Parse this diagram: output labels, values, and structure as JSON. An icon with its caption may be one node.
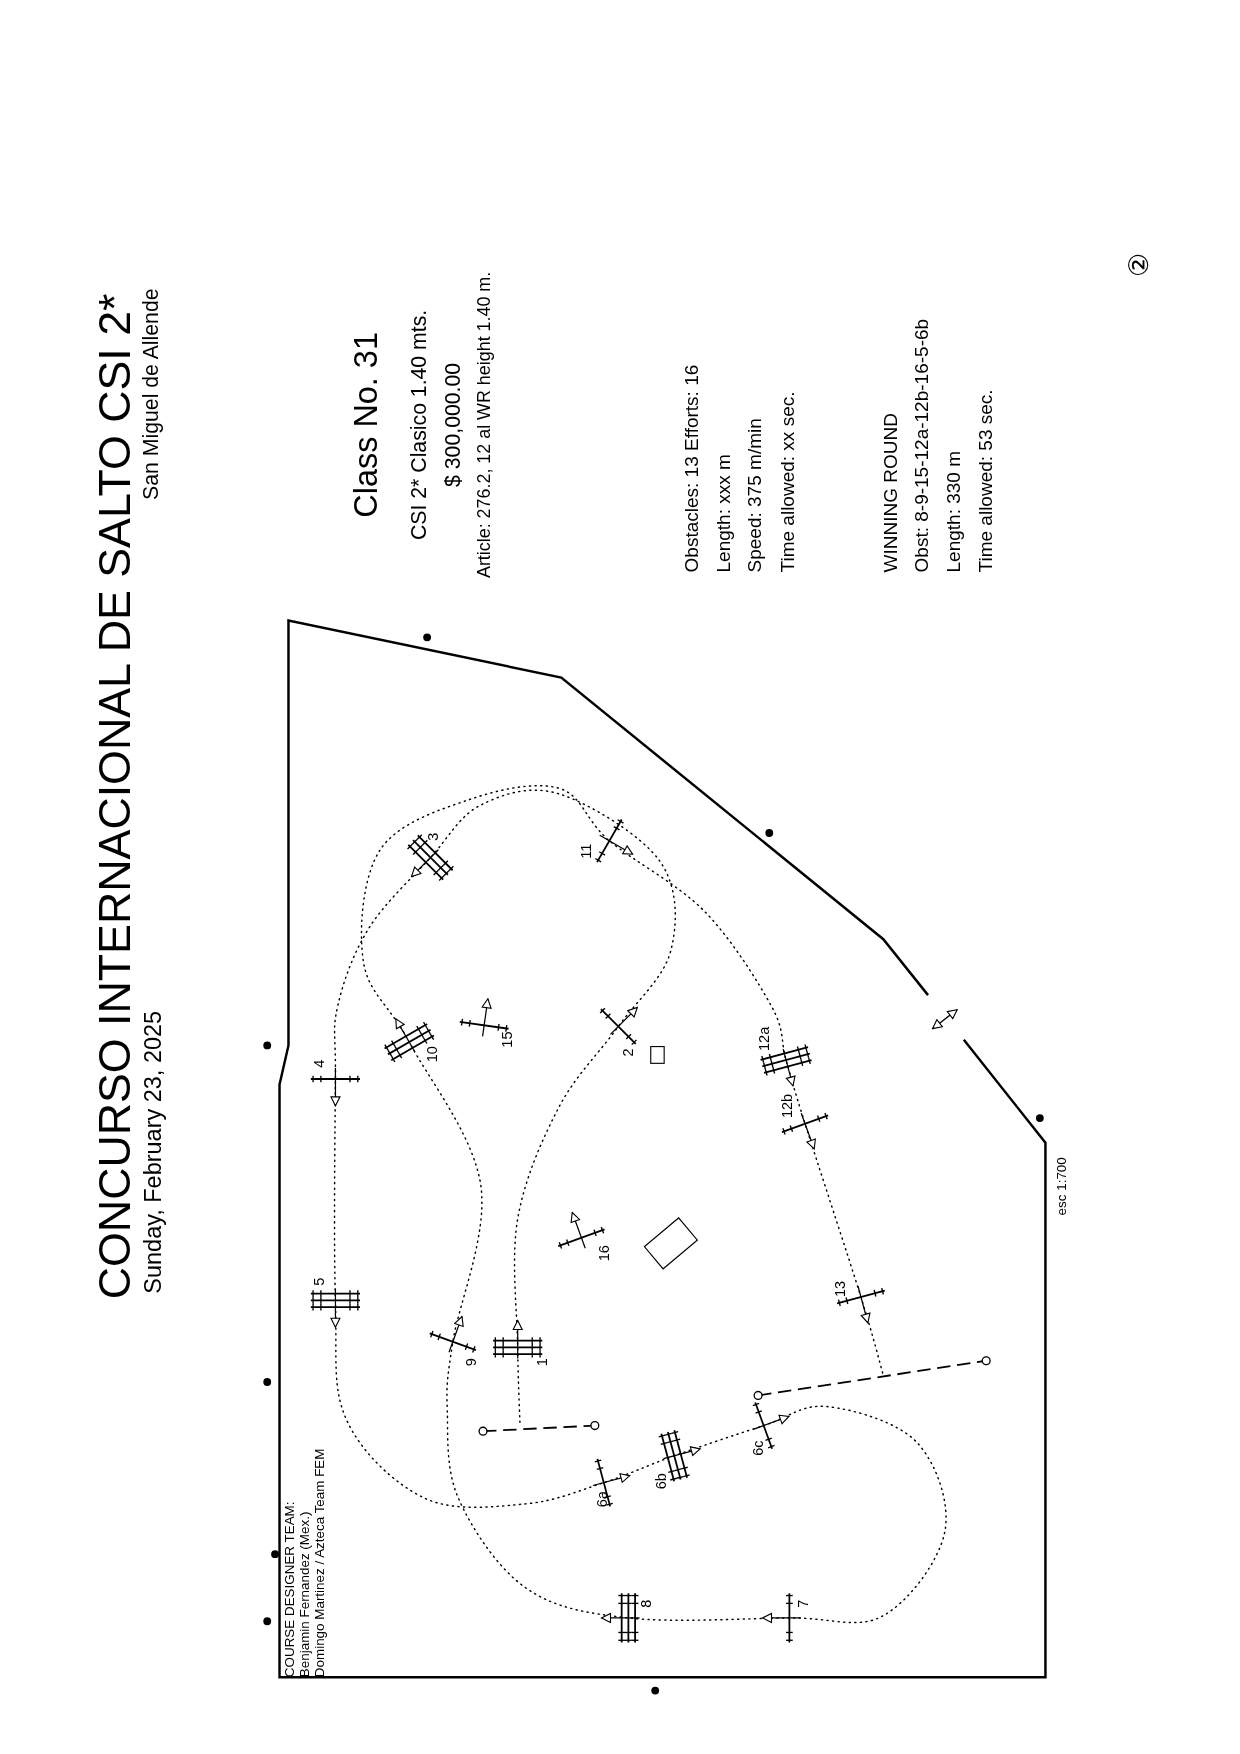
{
  "diagram": {
    "title": "CONCURSO INTERNACIONAL DE SALTO CSI 2*",
    "labels": [
      "Sunday, February 23, 2025",
      "San Miguel de Allende",
      "Class No. 31",
      "CSI 2* Clasico 1.40 mts.",
      "$ 300,000.00",
      "Article: 276.2, 12 al WR height 1.40 m.",
      "Obstacles: 13 Efforts: 16",
      "Length: xxx m",
      "Speed: 375 m/min",
      "Time allowed: xx sec.",
      "WINNING ROUND",
      "Obst: 8-9-15-12a-12b-16-5-6b",
      "Length: 330 m",
      "Time allowed: 53 sec.",
      "②",
      "3",
      "11",
      "4",
      "10",
      "15",
      "2",
      "12a",
      "12b",
      "16",
      "5",
      "13",
      "9",
      "1",
      "6a",
      "6b",
      "6c",
      "8",
      "7",
      "esc 1:700",
      "COURSE DESIGNER TEAM:",
      "Benjamin Fernandez (Mex.)",
      "Domingo Martinez / Azteca Team FEM"
    ]
  }
}
